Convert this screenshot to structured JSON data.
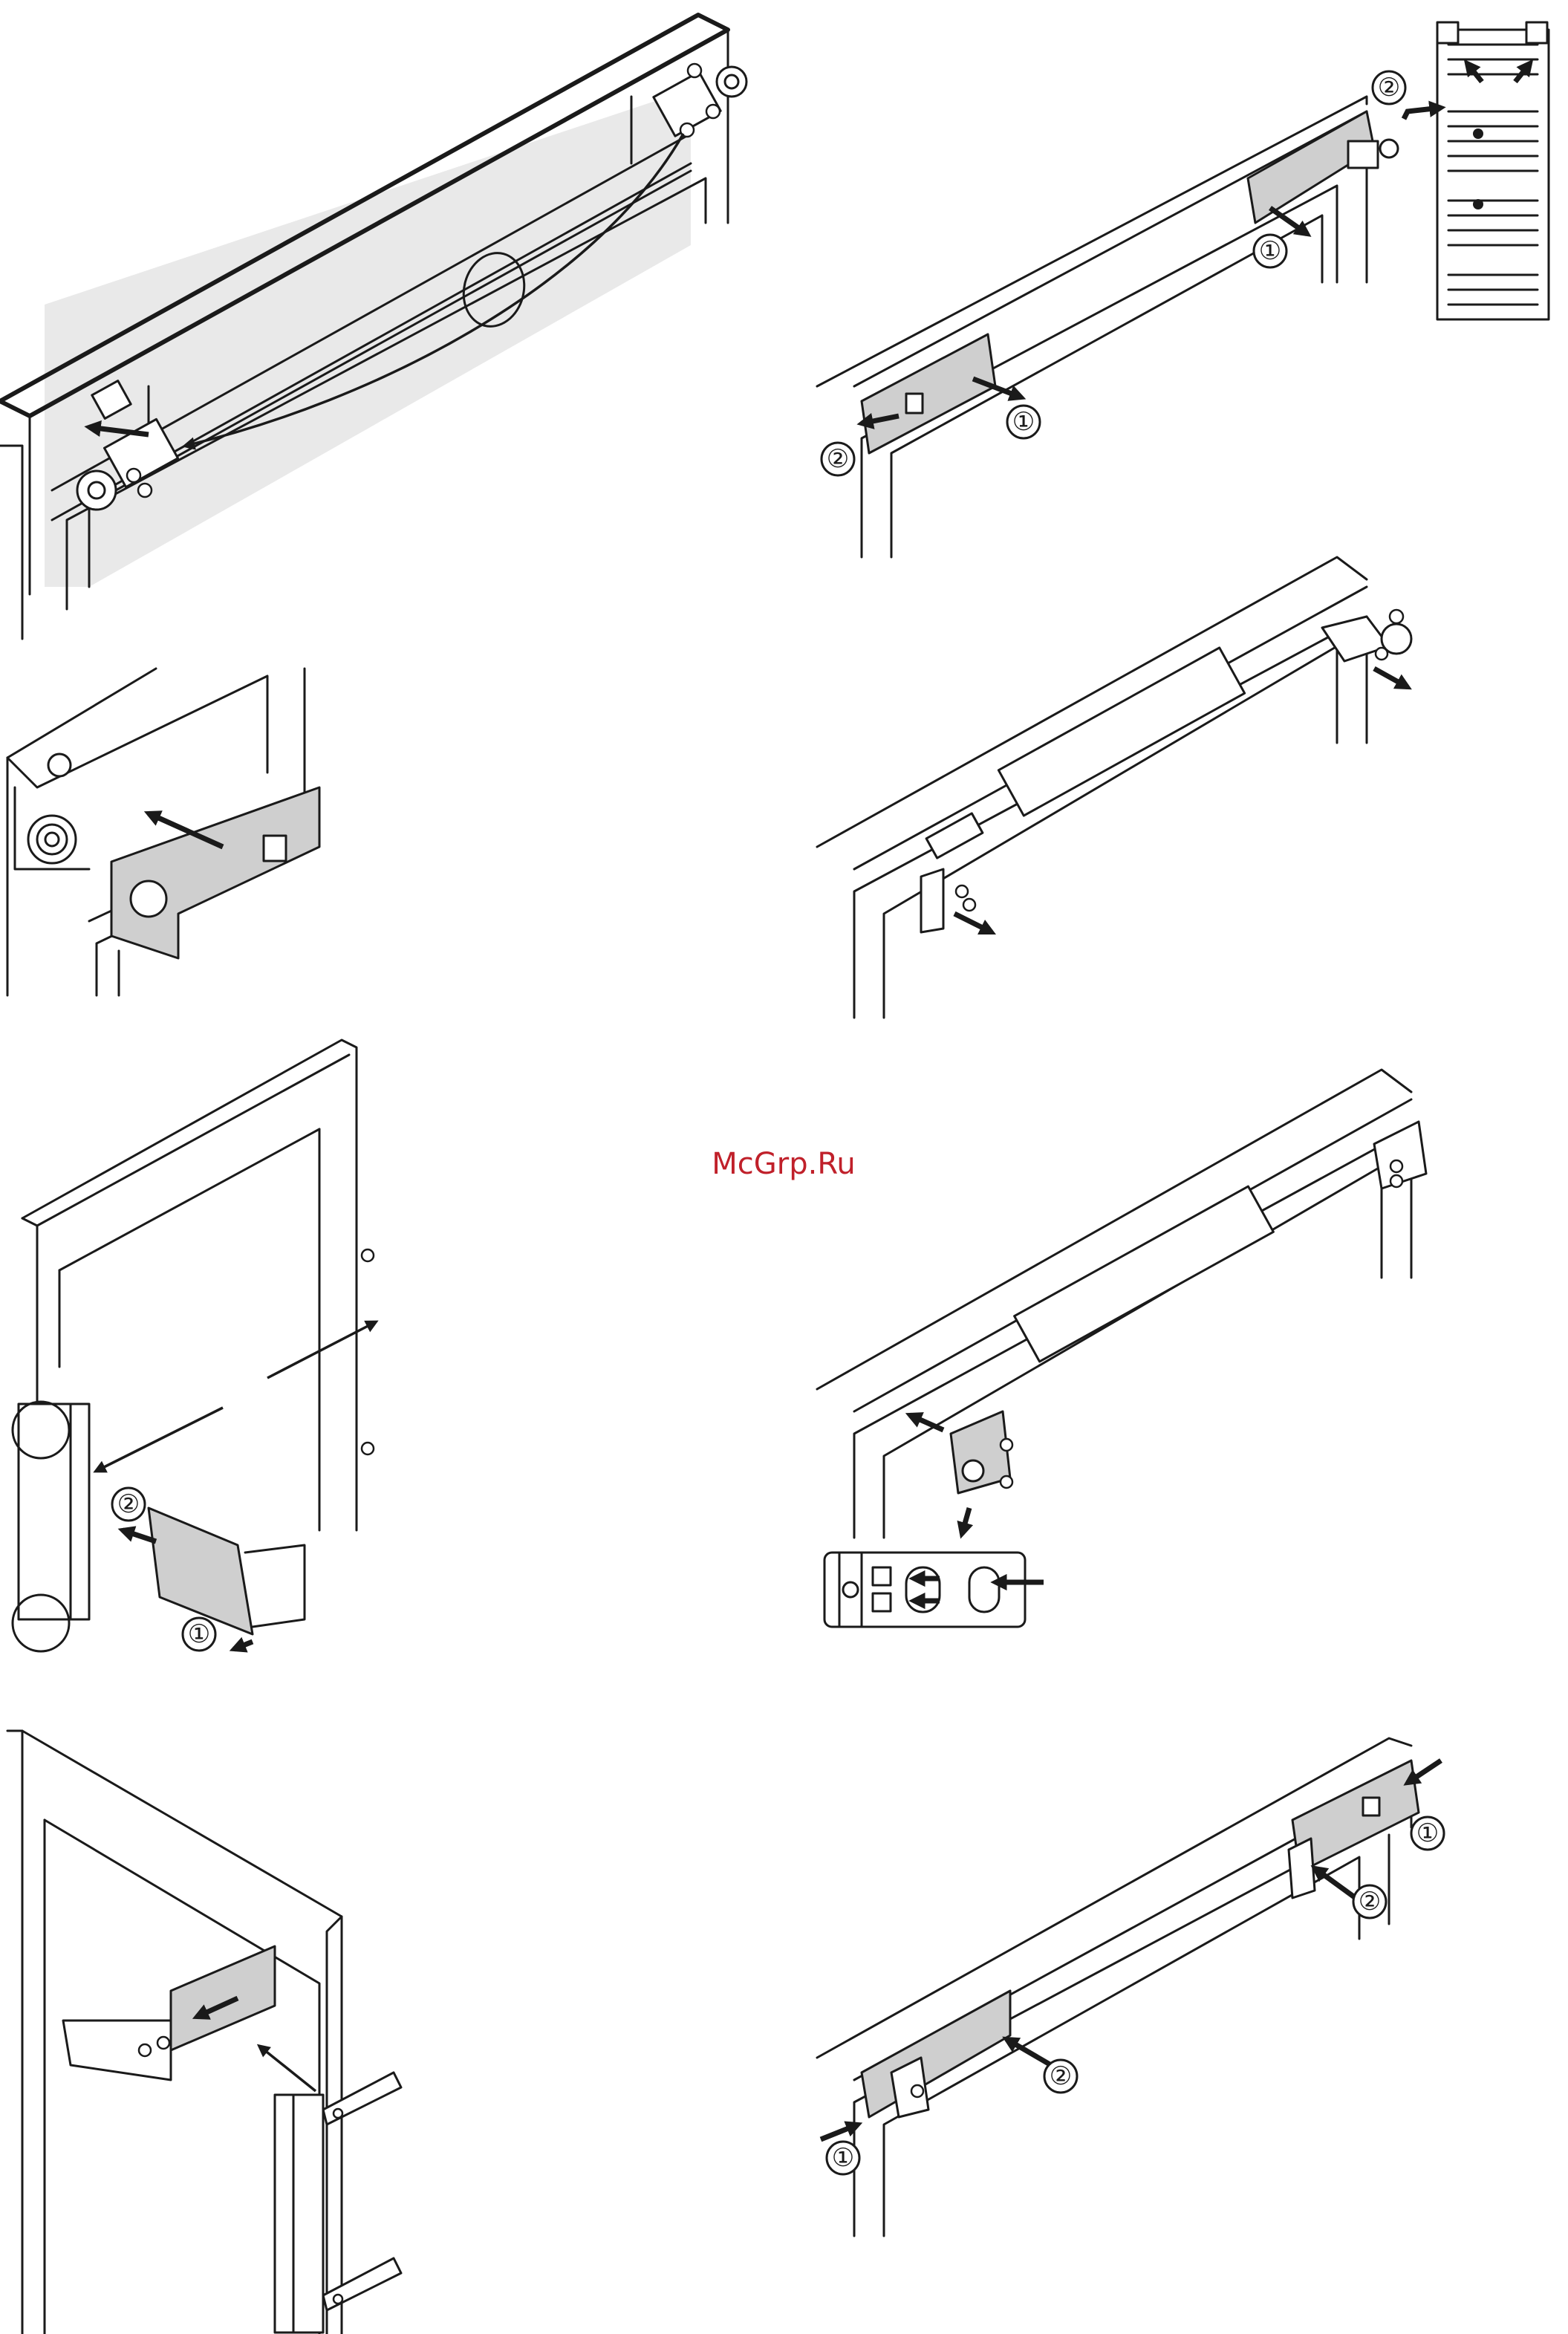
{
  "watermark": {
    "text": "McGrp.Ru",
    "color": "#c0202a"
  },
  "callout_labels": {
    "one": "①",
    "two": "②"
  },
  "colors": {
    "line": "#1a1a1a",
    "part_fill": "#cfcfcf",
    "shade": "#e9e9e9"
  },
  "panels": [
    {
      "id": "panel-1",
      "callouts": []
    },
    {
      "id": "panel-2",
      "callouts": [
        "2",
        "1",
        "2",
        "1"
      ]
    },
    {
      "id": "panel-3",
      "callouts": []
    },
    {
      "id": "panel-4",
      "callouts": []
    },
    {
      "id": "panel-5",
      "callouts": [
        "2",
        "1"
      ]
    },
    {
      "id": "panel-6",
      "callouts": []
    },
    {
      "id": "panel-7",
      "callouts": []
    },
    {
      "id": "panel-8",
      "callouts": [
        "1",
        "2",
        "2",
        "1"
      ]
    }
  ]
}
